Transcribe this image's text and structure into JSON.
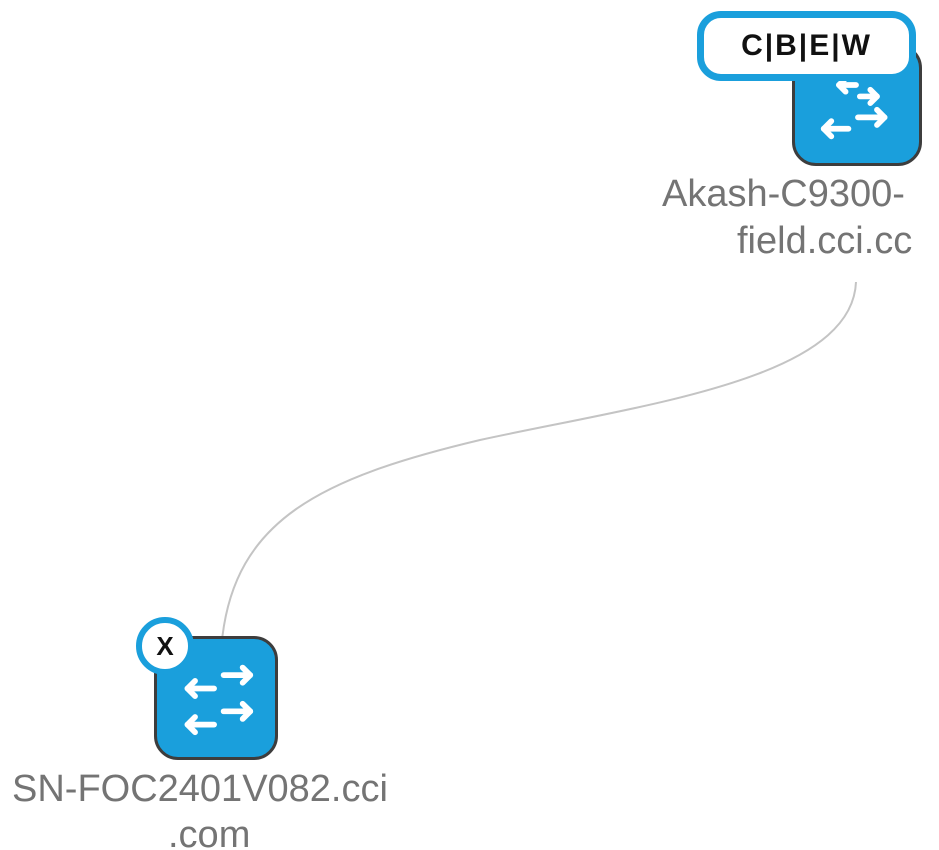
{
  "topology": {
    "colors": {
      "tile": "#1a9fdc",
      "tile_border": "#3d3d3d",
      "badge_ring": "#1a9fdc",
      "link": "#c4c4c4",
      "label": "#747474"
    },
    "devices": [
      {
        "role_badge": "C|B|E|W",
        "icon": "switch-arrows-icon",
        "label_line_1": "Akash-C9300-",
        "label_line_2": "field.cci.cc"
      },
      {
        "status_badge": "X",
        "icon": "switch-arrows-icon",
        "label_line_1": "SN-FOC2401V082.cci",
        "label_line_2": ".com"
      }
    ],
    "links": [
      {
        "from": "SN-FOC2401V082.cci.com",
        "to": "Akash-C9300-field.cci.cc"
      }
    ]
  }
}
